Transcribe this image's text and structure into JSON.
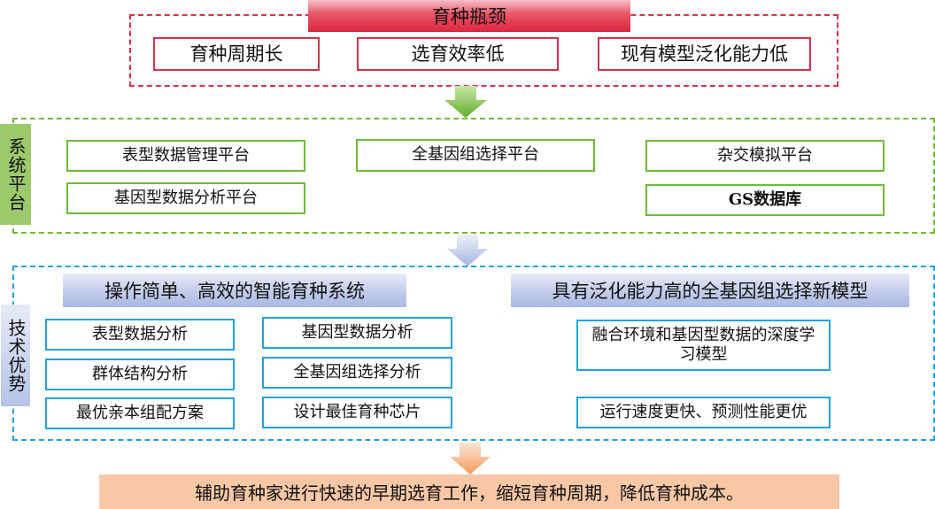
{
  "sections": {
    "bottleneck": {
      "title": "育种瓶颈",
      "items": [
        "育种周期长",
        "选育效率低",
        "现有模型泛化能力低"
      ]
    },
    "platform": {
      "side_label": "系统平台",
      "items": [
        "表型数据管理平台",
        "基因型数据分析平台",
        "全基因组选择平台",
        "杂交模拟平台",
        "GS数据库"
      ]
    },
    "advantage": {
      "side_label": "技术优势",
      "left_title": "操作简单、高效的智能育种系统",
      "right_title": "具有泛化能力高的全基因组选择新模型",
      "left_items": [
        "表型数据分析",
        "群体结构分析",
        "最优亲本组配方案"
      ],
      "middle_items": [
        "基因型数据分析",
        "全基因组选择分析",
        "设计最佳育种芯片"
      ],
      "right_items": [
        "融合环境和基因型数据的深度学习模型",
        "运行速度更快、预测性能更优"
      ]
    },
    "outcome": {
      "text": "辅助育种家进行快速的早期选育工作，缩短育种周期，降低育种成本。"
    }
  },
  "colors": {
    "red": "#e0304a",
    "green": "#6fba3a",
    "blue": "#1fa3e0",
    "orange": "#f8c8a6"
  },
  "arrows": [
    {
      "name": "arrow-to-platform",
      "color": "green"
    },
    {
      "name": "arrow-to-advantage",
      "color": "lavender"
    },
    {
      "name": "arrow-to-outcome",
      "color": "orange"
    }
  ]
}
